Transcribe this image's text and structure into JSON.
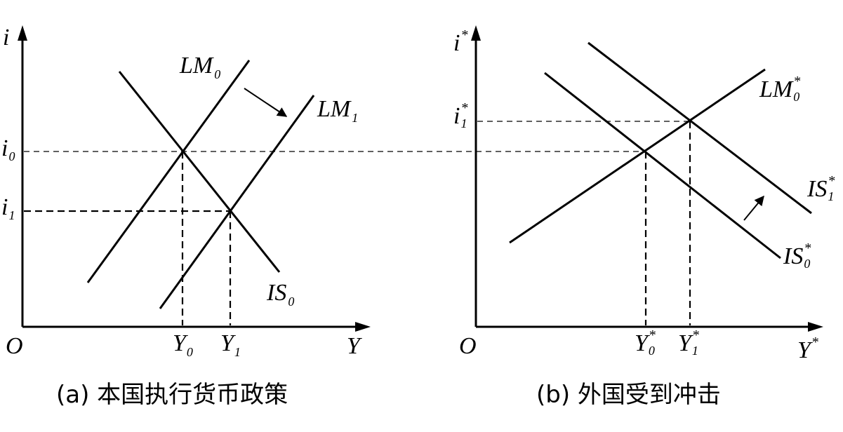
{
  "left": {
    "y_axis": {
      "main": "i"
    },
    "x_axis": {
      "main": "Y"
    },
    "origin": "O",
    "LM0": {
      "main": "LM",
      "sub": "0"
    },
    "LM1": {
      "main": "LM",
      "sub": "1"
    },
    "IS0": {
      "main": "IS",
      "sub": "0"
    },
    "i0": {
      "main": "i",
      "sub": "0"
    },
    "i1": {
      "main": "i",
      "sub": "1"
    },
    "Y0": {
      "main": "Y",
      "sub": "0"
    },
    "Y1": {
      "main": "Y",
      "sub": "1"
    },
    "caption": "(a) 本国执行货币政策"
  },
  "right": {
    "y_axis": {
      "main": "i",
      "sup": "*"
    },
    "x_axis": {
      "main": "Y",
      "sup": "*"
    },
    "origin": "O",
    "LM0": {
      "main": "LM",
      "sub": "0",
      "sup": "*"
    },
    "IS0": {
      "main": "IS",
      "sub": "0",
      "sup": "*"
    },
    "IS1": {
      "main": "IS",
      "sub": "1",
      "sup": "*"
    },
    "i1": {
      "main": "i",
      "sub": "1",
      "sup": "*"
    },
    "Y0": {
      "main": "Y",
      "sub": "0",
      "sup": "*"
    },
    "Y1": {
      "main": "Y",
      "sub": "1",
      "sup": "*"
    },
    "caption": "(b) 外国受到冲击"
  }
}
